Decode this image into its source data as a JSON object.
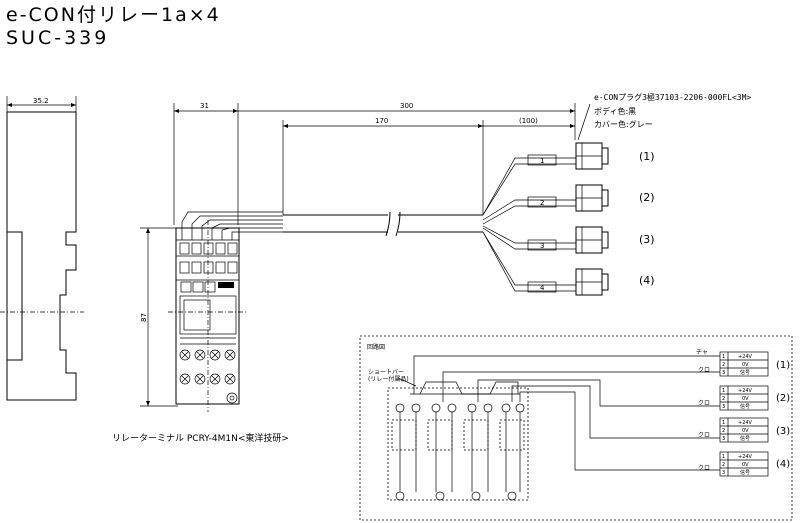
{
  "title": {
    "line1": "e-CON付リレー1a×4",
    "line2": "SUC-339"
  },
  "dimensions": {
    "side_width": "35.2",
    "front_width": "31",
    "cable_total": "300",
    "cable_mid": "170",
    "cable_end": "(100)",
    "height": "87"
  },
  "connector_note": {
    "line1": "e-CONプラグ3極37103-2206-000FL<3M>",
    "line2": "ボディ色:黒",
    "line3": "カバー色:グレー"
  },
  "plugs": [
    {
      "label": "(1)",
      "wire": "1"
    },
    {
      "label": "(2)",
      "wire": "2"
    },
    {
      "label": "(3)",
      "wire": "3"
    },
    {
      "label": "(4)",
      "wire": "4"
    }
  ],
  "terminal_caption": "リレーターミナル PCRY-4M1N<東洋技研>",
  "schematic": {
    "header": "回路図",
    "short_bar": "ショートバー",
    "short_bar_note": "(リレー付属品)",
    "wire_colors": {
      "red": "チャ",
      "black": "クロ"
    },
    "pin_rows": [
      {
        "no": "1",
        "sig": "+24V"
      },
      {
        "no": "2",
        "sig": "0V"
      },
      {
        "no": "3",
        "sig": "信号"
      }
    ],
    "groups": [
      "(1)",
      "(2)",
      "(3)",
      "(4)"
    ]
  },
  "colors": {
    "line": "#000000",
    "background": "#ffffff"
  }
}
